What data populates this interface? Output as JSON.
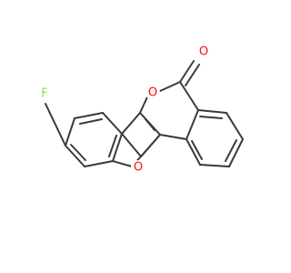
{
  "molecule": {
    "atoms": {
      "fluorine": {
        "symbol": "F",
        "color": "#90e050"
      },
      "ring_oxygen_lactone": {
        "symbol": "O",
        "color": "#ff0d0d"
      },
      "carbonyl_oxygen": {
        "symbol": "O",
        "color": "#ff0d0d"
      },
      "furan_oxygen": {
        "symbol": "O",
        "color": "#ff0d0d"
      }
    },
    "bond_color": "#3a3a3a"
  }
}
